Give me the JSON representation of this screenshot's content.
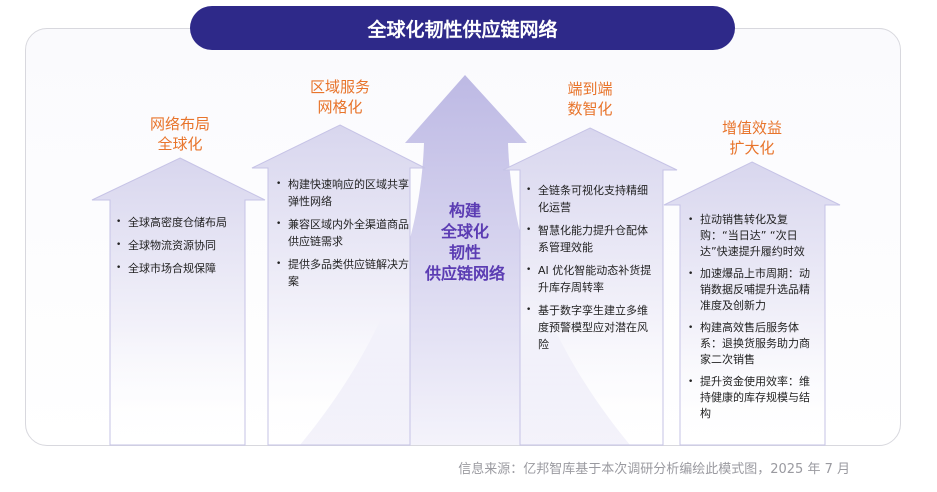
{
  "title": "全球化韧性供应链网络",
  "center_label": [
    "构建",
    "全球化",
    "韧性",
    "供应链网络"
  ],
  "pillars": [
    {
      "heading": [
        "网络布局",
        "全球化"
      ],
      "items": [
        "全球高密度仓储布局",
        "全球物流资源协同",
        "全球市场合规保障"
      ]
    },
    {
      "heading": [
        "区域服务",
        "网格化"
      ],
      "items": [
        "构建快速响应的区域共享弹性网络",
        "兼容区域内外全渠道商品供应链需求",
        "提供多品类供应链解决方案"
      ]
    },
    {
      "heading": [
        "端到端",
        "数智化"
      ],
      "items": [
        "全链条可视化支持精细化运营",
        "智慧化能力提升仓配体系管理效能",
        "AI 优化智能动态补货提升库存周转率",
        "基于数字孪生建立多维度预警模型应对潜在风险"
      ]
    },
    {
      "heading": [
        "增值效益",
        "扩大化"
      ],
      "items": [
        "拉动销售转化及复购：“当日达” “次日达”快速提升履约时效",
        "加速爆品上市周期：动销数据反哺提升选品精准度及创新力",
        "构建高效售后服务体系：退换货服务助力商家二次销售",
        "提升资金使用效率：维持健康的库存规模与结构"
      ]
    }
  ],
  "source": "信息来源：亿邦智库基于本次调研分析编绘此模式图，2025 年 7 月",
  "colors": {
    "title_bg": "#2e2989",
    "heading": "#e8742b",
    "center_text": "#5b3cb3",
    "arrow": "#c6c3e6"
  }
}
